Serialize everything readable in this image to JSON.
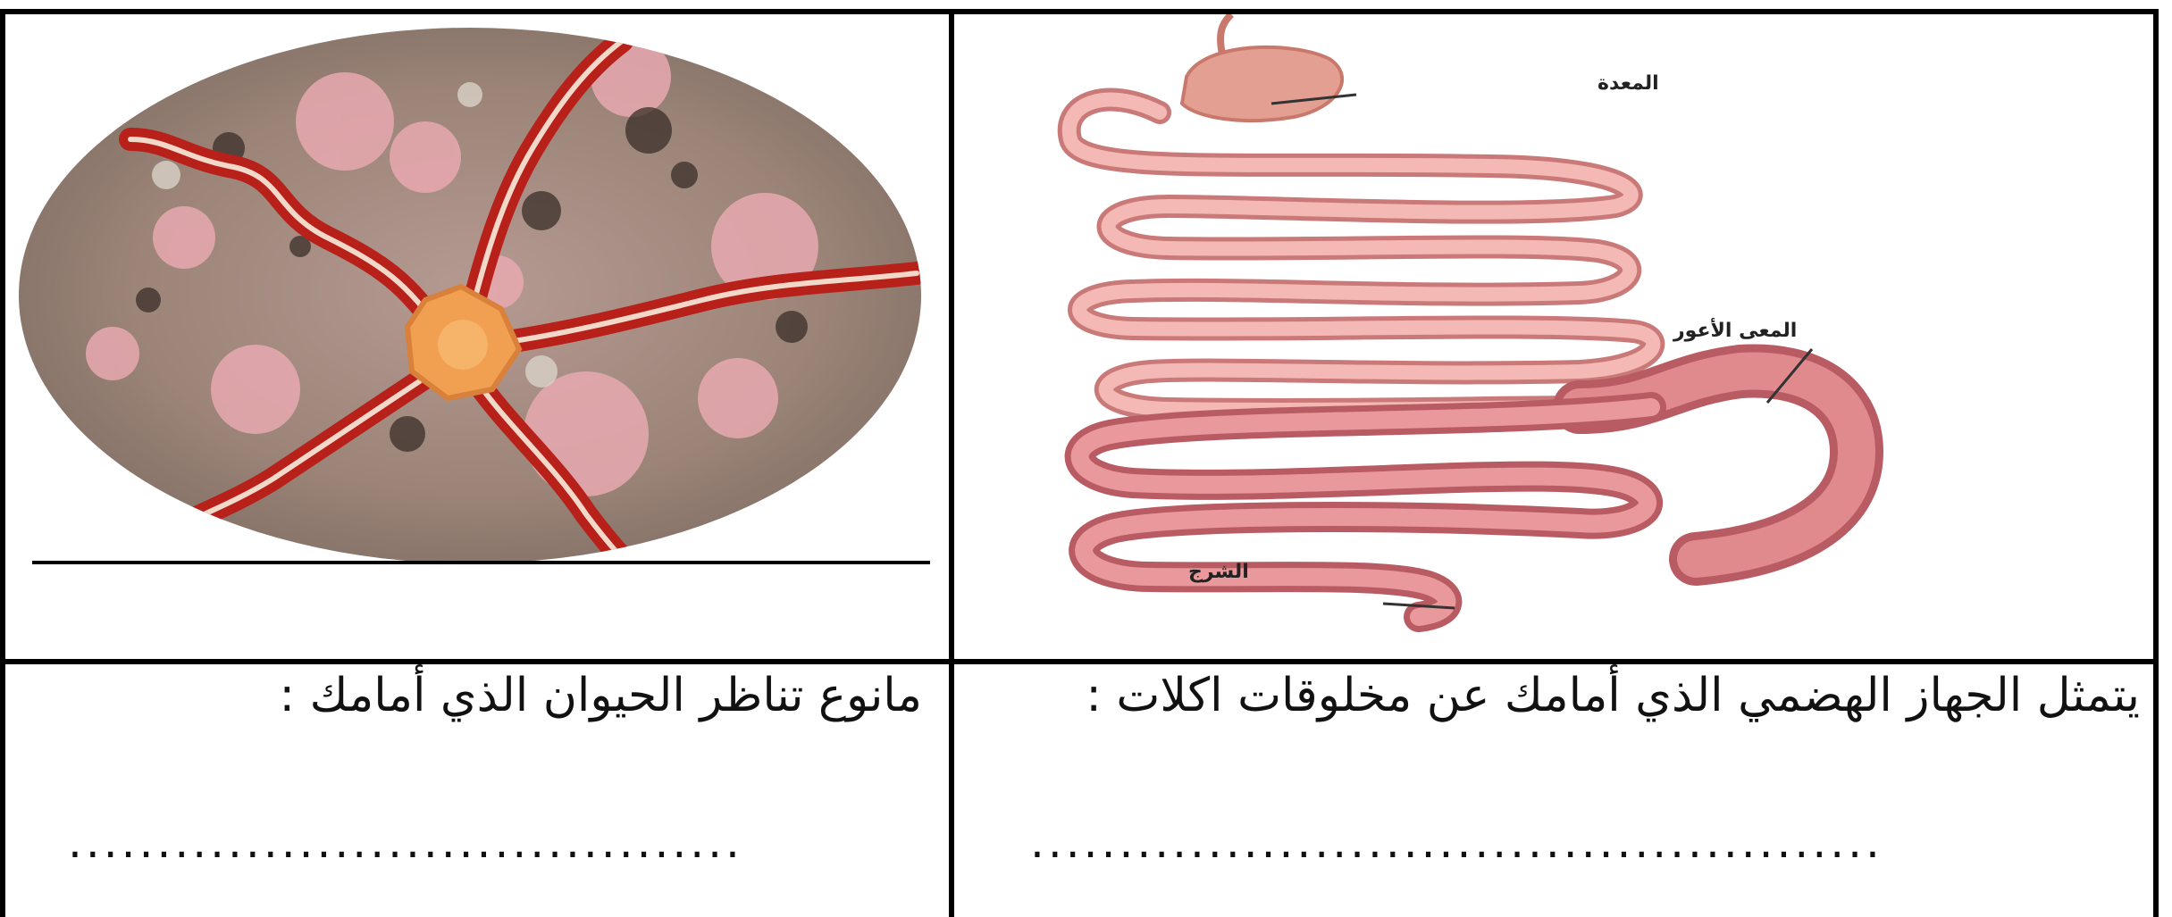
{
  "left_column": {
    "image": "brittle-star-photo",
    "question": "مانوع تناظر الحيوان الذي أمامك :",
    "answer_dots": "......................................"
  },
  "right_column": {
    "image": "digestive-system-diagram",
    "labels": {
      "stomach": "المعدة",
      "large_intestine": "المعى الأعور",
      "anus": "الشرج"
    },
    "question": "يتمثل الجهاز الهضمي الذي أمامك عن مخلوقات اكلات :",
    "answer_dots": "................................................"
  }
}
